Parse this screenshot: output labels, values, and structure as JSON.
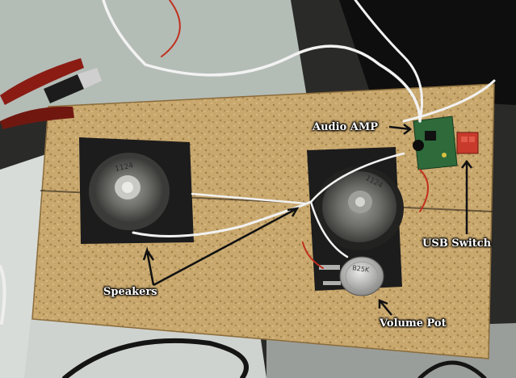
{
  "labels": {
    "audio_amp": "Audio AMP",
    "usb_switch": "USB Switch",
    "speakers": "Speakers",
    "volume_pot": "Volume Pot"
  },
  "speaker_markings": {
    "left": "1124",
    "right": "1124"
  },
  "pot_marking": "B25K",
  "colors": {
    "board": "#c8a870",
    "tape": "#1c1c1c",
    "switch": "#c83a2c",
    "amp_board": "#2e6a3a",
    "wire_white": "#f2f2f2",
    "wire_red": "#c0301e"
  }
}
